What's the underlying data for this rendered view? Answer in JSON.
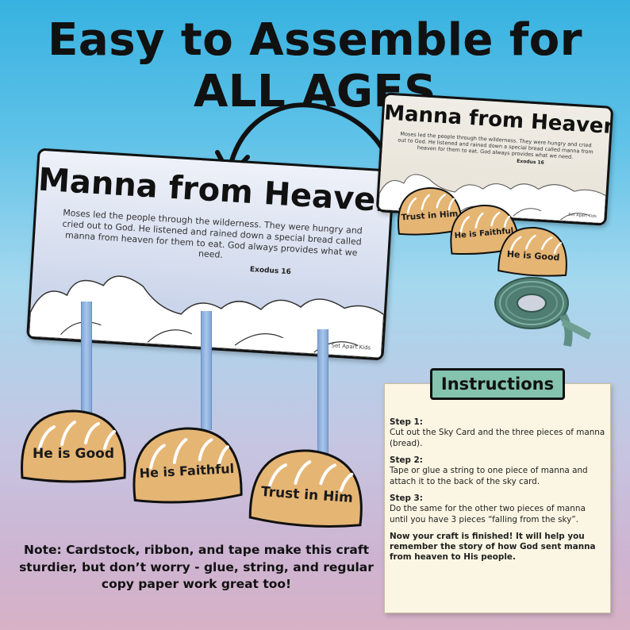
{
  "headline": "Easy to Assemble for ALL AGES",
  "big_card": {
    "title": "Manna from Heaven",
    "text": "Moses led the people through the wilderness. They were hungry and cried out to God. He listened and rained down a special bread called manna from heaven for them to eat. God always provides what we need.",
    "reference": "Exodus 16",
    "brand": "Set Apart Kids"
  },
  "small_card": {
    "title": "Manna from Heaven",
    "text": "Moses led the people through the wilderness. They were hungry and cried out to God. He listened and rained down a special bread called manna from heaven for them to eat. God always provides what we need.",
    "reference": "Exodus 16",
    "brand": "Set Apart Kids"
  },
  "big_breads": [
    "He is Good",
    "He is Faithful",
    "Trust in Him"
  ],
  "small_breads": [
    "Trust in Him",
    "He is Faithful",
    "He is Good"
  ],
  "instructions": {
    "heading": "Instructions",
    "steps": [
      {
        "title": "Step 1:",
        "text": "Cut out the Sky Card and the three pieces of manna (bread)."
      },
      {
        "title": "Step 2:",
        "text": "Tape or glue a string to one piece of manna and attach it to the back of the sky card."
      },
      {
        "title": "Step 3:",
        "text": "Do the same for the other two pieces of manna until you have 3 pieces “falling from the sky”."
      }
    ],
    "finish": "Now your craft is finished! It will help you remember the story of how God sent manna from heaven to His people."
  },
  "note": "Note: Cardstock, ribbon, and tape make this craft sturdier, but don’t worry - glue, string, and regular copy paper work great too!",
  "colors": {
    "instructions_header": "#84c3ad",
    "bread": "#e5b574",
    "ribbon": "#a9c6ec",
    "tape": "#5f8f84"
  }
}
